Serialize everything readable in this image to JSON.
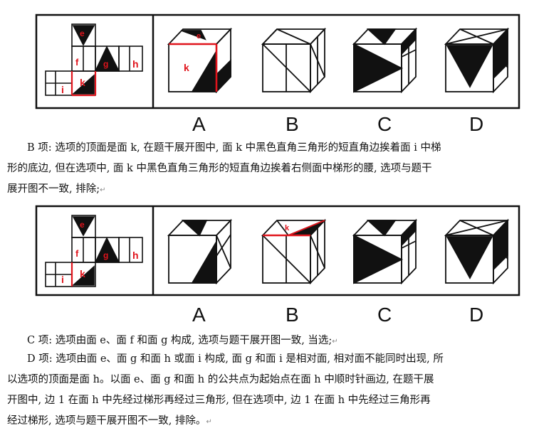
{
  "options": [
    "A",
    "B",
    "C",
    "D"
  ],
  "face_letters": {
    "e": "e",
    "f": "f",
    "g": "g",
    "h": "h",
    "i": "i",
    "k": "k"
  },
  "colors": {
    "text": "#111111",
    "highlight": "#e0141c",
    "paragraph_mark": "#888888"
  },
  "paragraphs": {
    "B": [
      "B 项: 选项的顶面是面 k, 在题干展开图中, 面 k 中黑色直角三角形的短直角边挨着面 i 中梯",
      "形的底边, 但在选项中, 面 k 中黑色直角三角形的短直角边挨着右侧面中梯形的腰, 选项与题干",
      "展开图不一致, 排除;"
    ],
    "C": [
      "C 项: 选项由面 e、面 f 和面 g 构成, 选项与题干展开图一致, 当选;"
    ],
    "D": [
      "D 项: 选项由面 e、面 g 和面 h 或面 i 构成, 面 g 和面 i 是相对面, 相对面不能同时出现, 所",
      "以选项的顶面是面 h。以面 e、面 g 和面 h 的公共点为起始点在面 h 中顺时针画边, 在题干展",
      "开图中, 边 1 在面 h 中先经过梯形再经过三角形, 但在选项中, 边 1 在面 h 中先经过三角形再",
      "经过梯形, 选项与题干展开图不一致, 排除。"
    ]
  },
  "paragraph_mark": "↵"
}
